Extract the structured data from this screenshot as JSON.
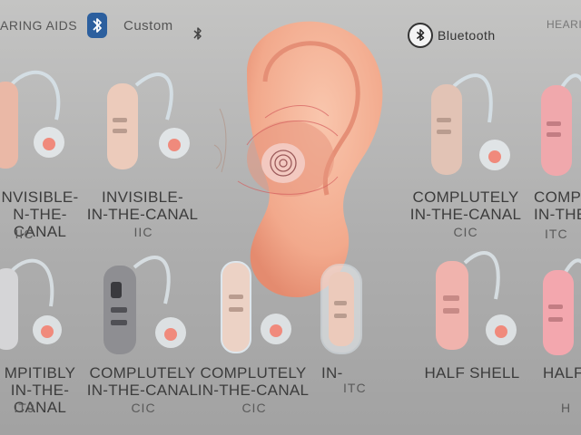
{
  "header": {
    "left_title": "ARING AIDS",
    "custom_label": "Custom",
    "bluetooth_label": "Bluetooth",
    "right_title": "HEARI"
  },
  "icons": {
    "bluetooth_badge": "bluetooth-icon",
    "bluetooth_small": "bluetooth-icon",
    "bluetooth_ring": "bluetooth-icon",
    "center": "ear-illustration"
  },
  "row1": [
    {
      "label": "NVISIBLE-\nN-THE-CANAL",
      "sub": "IIC"
    },
    {
      "label": "INVISIBLE-\nIN-THE-CANAL",
      "sub": "IIC"
    },
    {
      "label": "COMPLUTELY\nIN-THE-CANAL",
      "sub": "CIC"
    },
    {
      "label": "COMPL\nIN-THE-",
      "sub": "ITC"
    }
  ],
  "row2": [
    {
      "label": "MPITIBLY\nIN-THE-CANAL",
      "sub": "IT9"
    },
    {
      "label": "COMPLUTELY\nIN-THE-CANAL",
      "sub": "CIC"
    },
    {
      "label": "COMPLUTELY\nIN-THE-CANAL",
      "sub": "CIC"
    },
    {
      "label": "IN-",
      "sub": "ITC"
    },
    {
      "label": "HALF SHELL",
      "sub": ""
    },
    {
      "label": "HALF S",
      "sub": "H"
    }
  ],
  "colors": {
    "background": "#b3b3b3",
    "bluetooth_blue": "#2c5f9e",
    "skin": "#f4b79c",
    "pink_device": "#f2a5a5",
    "beige_device": "#e9c5b0",
    "silver_device": "#9a9a9a"
  }
}
